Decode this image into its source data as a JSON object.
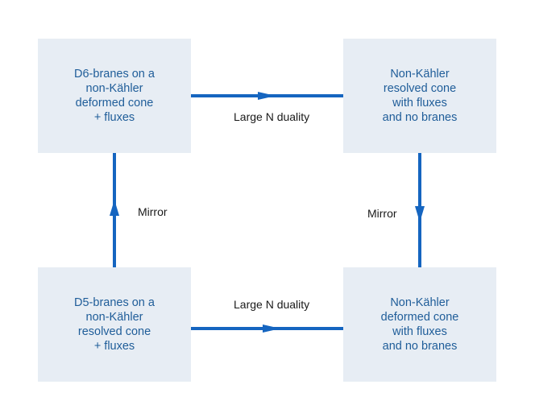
{
  "boxes": {
    "top_left": {
      "lines": [
        "D6-branes on a",
        "non-Kähler",
        "deformed cone",
        "+ fluxes"
      ]
    },
    "top_right": {
      "lines": [
        "Non-Kähler",
        "resolved cone",
        "with fluxes",
        "and no branes"
      ]
    },
    "bottom_left": {
      "lines": [
        "D5-branes on a",
        "non-Kähler",
        "resolved cone",
        "+ fluxes"
      ]
    },
    "bottom_right": {
      "lines": [
        "Non-Kähler",
        "deformed cone",
        "with fluxes",
        "and no branes"
      ]
    }
  },
  "edges": {
    "top": {
      "label": "Large N duality",
      "direction": "left-to-right"
    },
    "bottom": {
      "label": "Large N duality",
      "direction": "left-to-right"
    },
    "left": {
      "label": "Mirror",
      "direction": "bottom-to-top"
    },
    "right": {
      "label": "Mirror",
      "direction": "top-to-bottom"
    }
  },
  "colors": {
    "box_fill": "#e7edf4",
    "box_text": "#1f5d99",
    "arrow": "#1565c0",
    "label_text": "#1a1a1a"
  }
}
